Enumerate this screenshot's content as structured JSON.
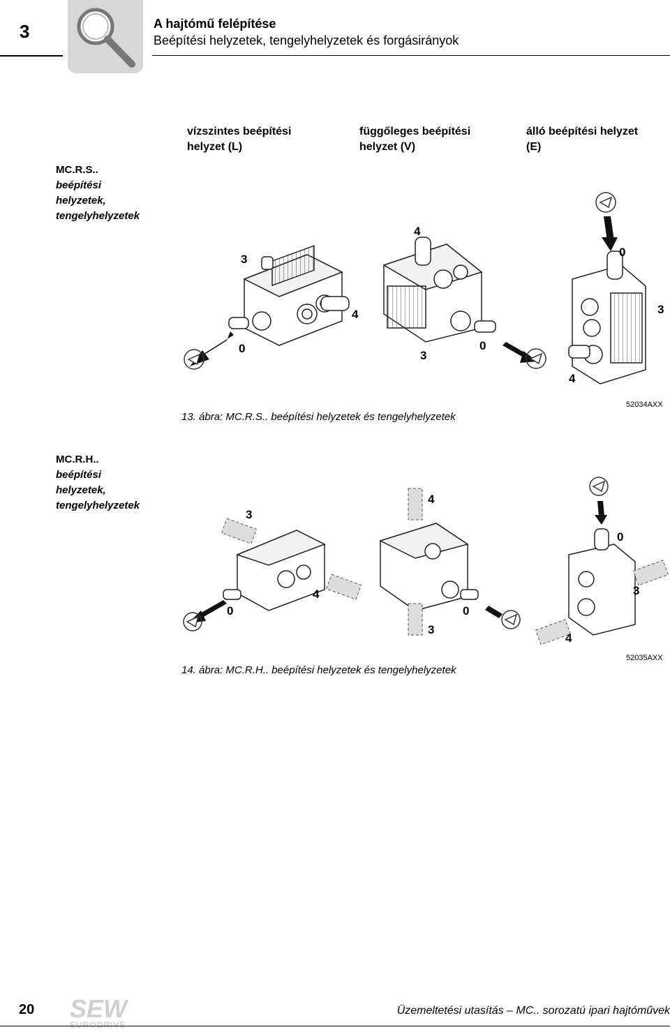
{
  "header": {
    "chapter_number": "3",
    "title": "A hajtómű felépítése",
    "subtitle": "Beépítési helyzetek, tengelyhelyzetek és forgásirányok"
  },
  "columns": {
    "horizontal": [
      "vízszintes beépítési",
      "helyzet (L)"
    ],
    "vertical": [
      "függőleges beépítési",
      "helyzet (V)"
    ],
    "standing": [
      "álló beépítési helyzet",
      "(E)"
    ]
  },
  "section1": {
    "side_label": [
      "MC.R.S..",
      "beépítési",
      "helyzetek,",
      "tengelyhelyzetek"
    ],
    "caption": "13. ábra: MC.R.S.. beépítési helyzetek és tengelyhelyzetek",
    "code": "52034AXX",
    "numbers": {
      "l_3": "3",
      "l_4": "4",
      "l_0": "0",
      "v_4": "4",
      "v_3": "3",
      "v_0": "0",
      "e_0": "0",
      "e_3": "3",
      "e_4": "4"
    }
  },
  "section2": {
    "side_label": [
      "MC.R.H..",
      "beépítési",
      "helyzetek,",
      "tengelyhelyzetek"
    ],
    "caption": "14. ábra: MC.R.H.. beépítési helyzetek és tengelyhelyzetek",
    "code": "52035AXX",
    "numbers": {
      "l_3": "3",
      "l_4": "4",
      "l_0": "0",
      "v_4": "4",
      "v_3": "3",
      "v_0": "0",
      "e_0": "0",
      "e_3": "3",
      "e_4": "4"
    }
  },
  "footer": {
    "page_number": "20",
    "text": "Üzemeltetési utasítás – MC.. sorozatú ipari hajtóművek",
    "logo_text": [
      "SEW",
      "EURODRIVE"
    ]
  }
}
